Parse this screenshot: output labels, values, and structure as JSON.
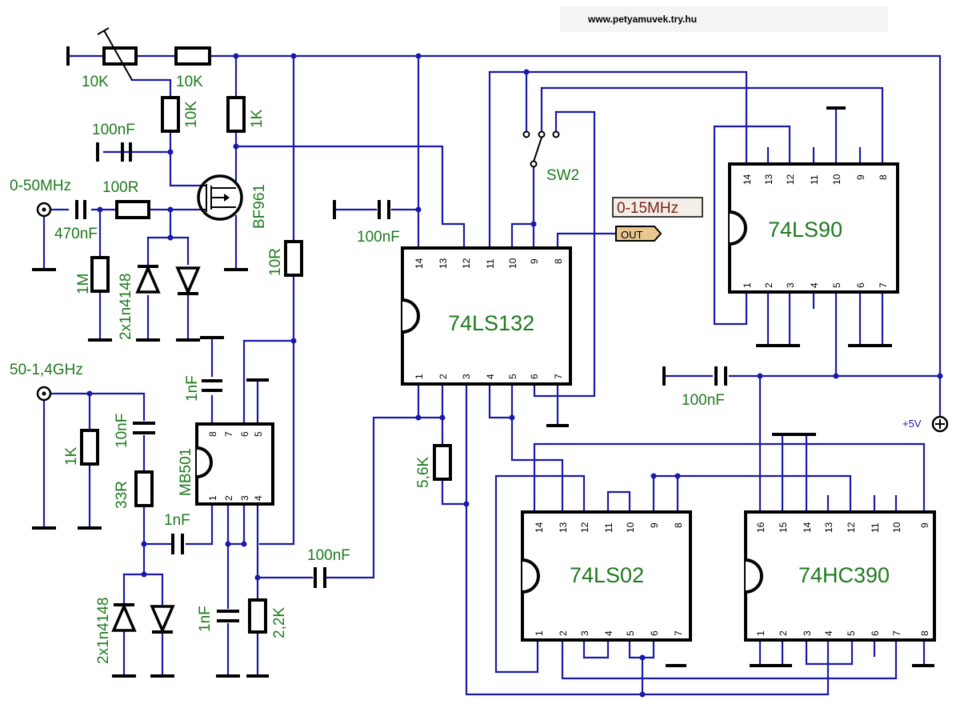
{
  "header": {
    "url": "www.petyamuvek.try.hu"
  },
  "chips": {
    "ls132": "74LS132",
    "ls90": "74LS90",
    "ls02": "74LS02",
    "hc390": "74HC390",
    "mb501": "MB501"
  },
  "transistor": {
    "name": "BF961"
  },
  "switch": {
    "name": "SW2"
  },
  "inputs": {
    "low_band": "0-50MHz",
    "high_band": "50-1,4GHz"
  },
  "output": {
    "range": "0-15MHz",
    "tag": "OUT"
  },
  "power": {
    "label": "+5V"
  },
  "resistors": {
    "pot": "10K",
    "r_top": "10K",
    "r_gate": "10K",
    "r_drain": "1K",
    "r_series": "100R",
    "r_bias": "1M",
    "r_10r": "10R",
    "r_1k_hf": "1K",
    "r_33r": "33R",
    "r_56k": "5,6K",
    "r_22k": "2,2K"
  },
  "capacitors": {
    "c_100n_gate": "100nF",
    "c_470n": "470nF",
    "c_100n_132": "100nF",
    "c_100n_90": "100nF",
    "c_1n_mb": "1nF",
    "c_10n": "10nF",
    "c_1n_in": "1nF",
    "c_1n_out": "1nF",
    "c_100n_cpl": "100nF"
  },
  "diodes": {
    "d1": "2x1n4148",
    "d2": "2x1n4148"
  },
  "pins": {
    "ls132_top": [
      "14",
      "13",
      "12",
      "11",
      "10",
      "9",
      "8"
    ],
    "ls132_bot": [
      "1",
      "2",
      "3",
      "4",
      "5",
      "6",
      "7"
    ],
    "ls90_top": [
      "14",
      "13",
      "12",
      "11",
      "10",
      "9",
      "8"
    ],
    "ls90_bot": [
      "1",
      "2",
      "3",
      "4",
      "5",
      "6",
      "7"
    ],
    "ls02_top": [
      "14",
      "13",
      "12",
      "11",
      "10",
      "9",
      "8"
    ],
    "ls02_bot": [
      "1",
      "2",
      "3",
      "4",
      "5",
      "6",
      "7"
    ],
    "hc390_top": [
      "16",
      "15",
      "14",
      "13",
      "12",
      "11",
      "10",
      "9"
    ],
    "hc390_bot": [
      "1",
      "2",
      "3",
      "4",
      "5",
      "6",
      "7",
      "8"
    ],
    "mb501_top": [
      "8",
      "7",
      "6",
      "5"
    ],
    "mb501_bot": [
      "1",
      "2",
      "3",
      "4"
    ]
  },
  "colors": {
    "wire": "#1a1aaa",
    "label": "#1f7a1f",
    "frequency": "#7a2020",
    "component": "#000000"
  }
}
